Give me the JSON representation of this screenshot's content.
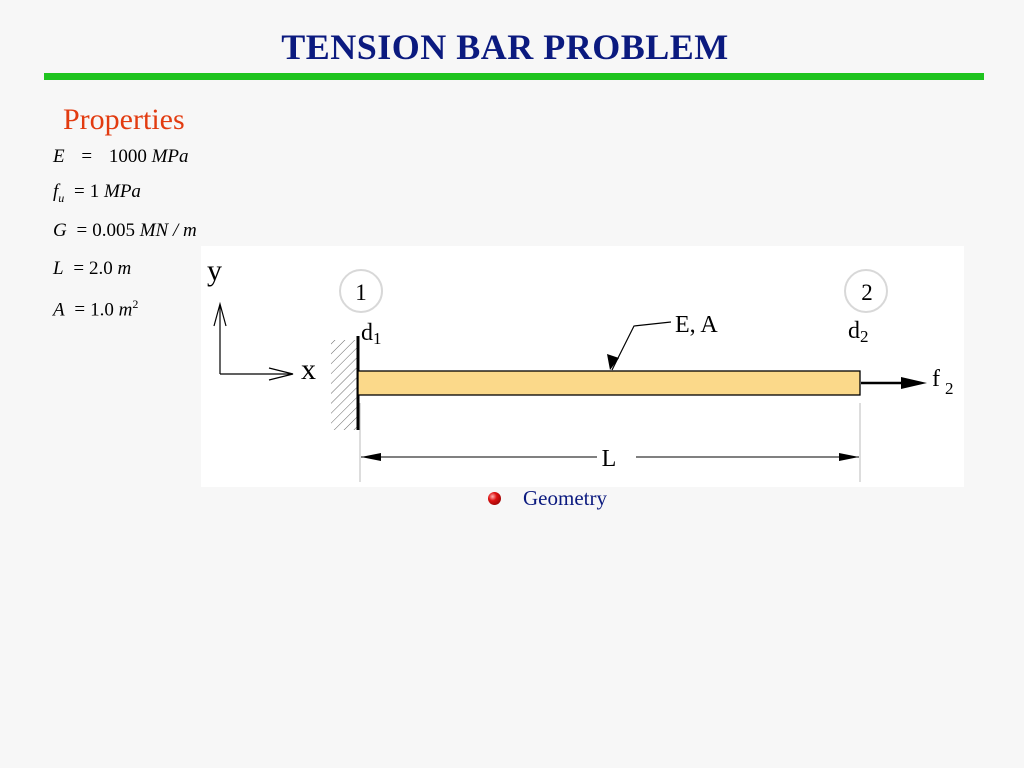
{
  "slide": {
    "title": "TENSION BAR PROBLEM",
    "section_heading": "Properties"
  },
  "properties": [
    {
      "symbol": "E",
      "eq": "=",
      "value": "1000",
      "unit": "MPa"
    },
    {
      "symbol": "f",
      "sub": "u",
      "eq": "=",
      "value": "1",
      "unit": "MPa"
    },
    {
      "symbol": "G",
      "eq": "=",
      "value": "0.005",
      "unit": "MN / m"
    },
    {
      "symbol": "L",
      "eq": "=",
      "value": "2.0",
      "unit": "m"
    },
    {
      "symbol": "A",
      "eq": "=",
      "value": "1.0",
      "unit": "m",
      "sup": "2"
    }
  ],
  "diagram": {
    "axis_y": "y",
    "axis_x": "x",
    "node1": "1",
    "node2": "2",
    "material_label": "E, A",
    "d1_base": "d",
    "d1_sub": "1",
    "d2_base": "d",
    "d2_sub": "2",
    "force_base": "f",
    "force_sub": "2",
    "length_label": "L",
    "bar_color": "#fbd98a"
  },
  "bullets": [
    {
      "label": "Geometry",
      "color": "#cc0000"
    }
  ]
}
